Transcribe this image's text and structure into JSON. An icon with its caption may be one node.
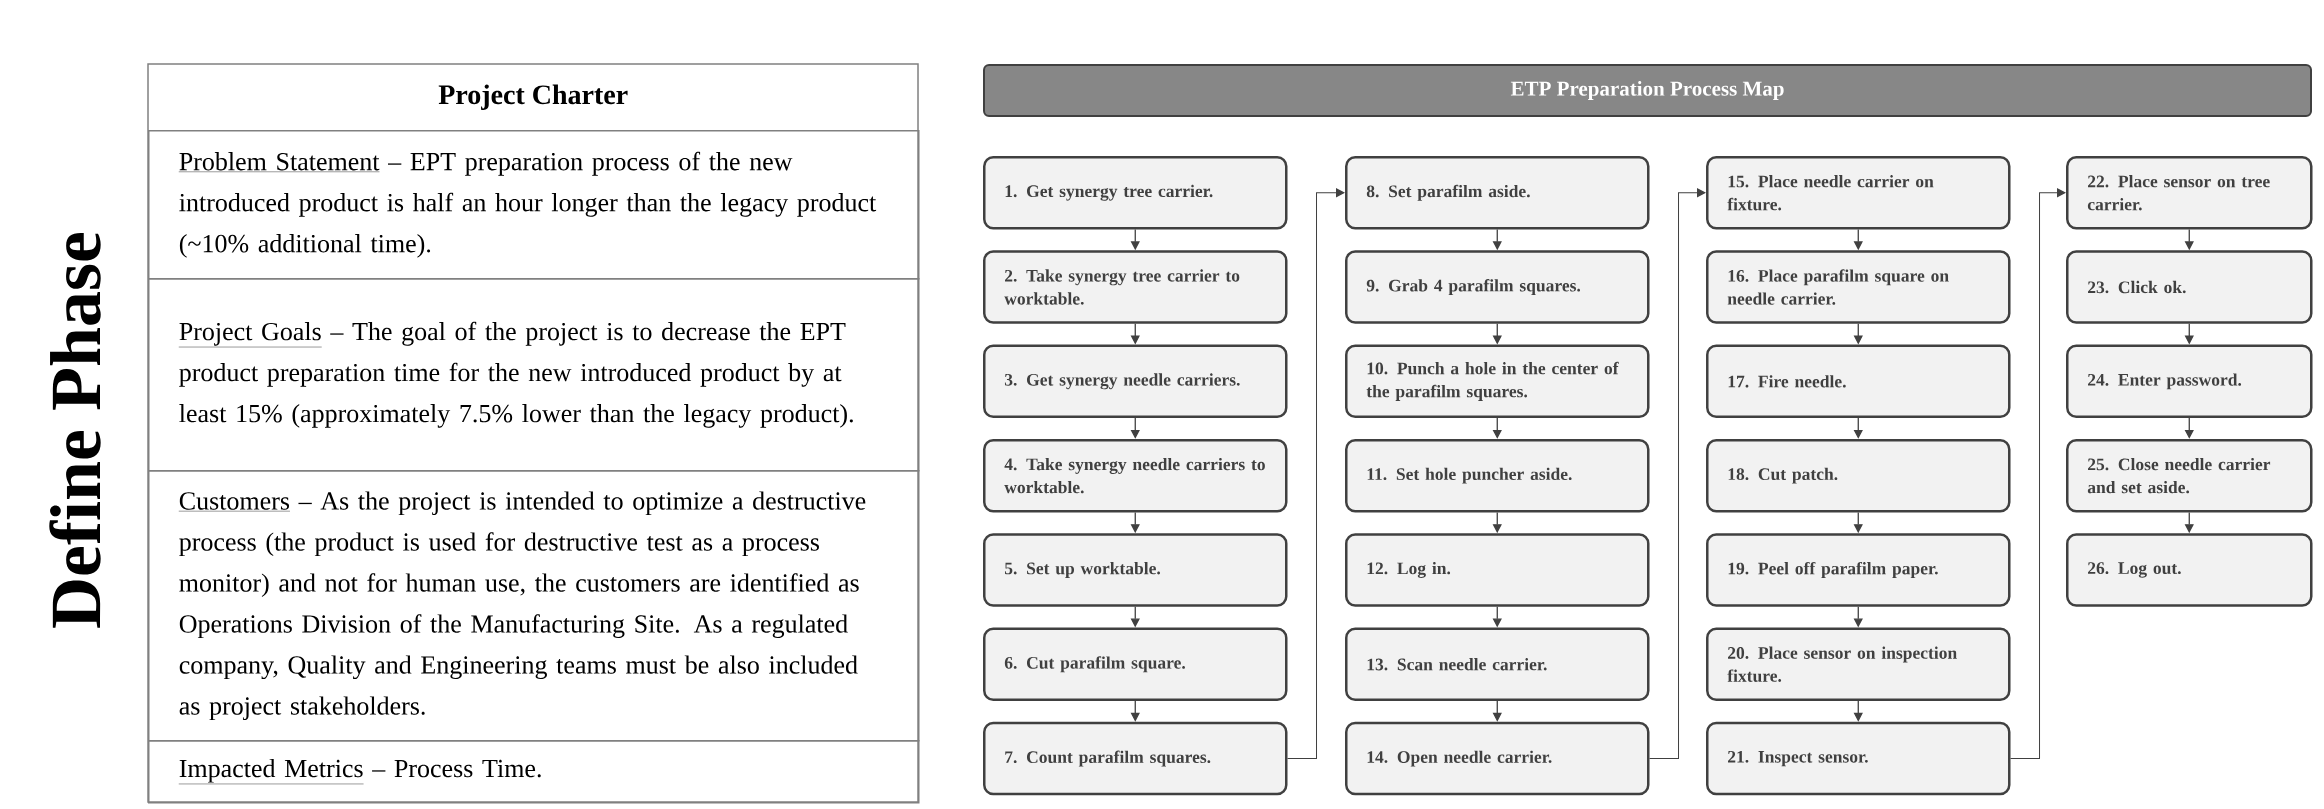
{
  "diagram": {
    "nodes": [
      {
        "text": [
          "Project Charter"
        ]
      },
      {
        "text": [
          "Problem Statement",
          "– EPT preparation process of the new introduced product is half an hour longer than the legacy product (~10% additional time)."
        ],
        "in": 0
      },
      {
        "text": [
          "Project Goals",
          "– The goal of the project is to decrease the EPT product preparation time for the new introduced product by at least 15% (approximately 7.5% lower than the legacy product)."
        ],
        "in": 0
      },
      {
        "text": [
          "Customers",
          "– As the project is intended to optimize a destructive process (the product is used for destructive test as a process monitor) and not for human use, the customers are identified as Operations Division of the Manufacturing Site. As a regulated company, Quality and Engineering teams must be also included as project stakeholders."
        ],
        "in": 0
      },
      {
        "text": [
          "Impacted Metrics",
          "– Process Time."
        ],
        "in": 0
      },
      {
        "text": [
          "ETP Preparation Process Map"
        ]
      },
      {
        "text": [
          "1. Get synergy tree carrier."
        ]
      },
      {
        "text": [
          "2. Take synergy tree carrier to worktable."
        ]
      },
      {
        "text": [
          "3. Get synergy needle carriers."
        ]
      },
      {
        "text": [
          "4. Take synergy needle carriers to worktable."
        ]
      },
      {
        "text": [
          "5. Set up worktable."
        ]
      },
      {
        "text": [
          "6. Cut parafilm square."
        ]
      },
      {
        "text": [
          "7. Count parafilm squares."
        ]
      },
      {
        "text": [
          "8. Set parafilm aside."
        ]
      },
      {
        "text": [
          "9. Grab 4 parafilm squares."
        ]
      },
      {
        "text": [
          "10. Punch a hole in the center of the parafilm squares."
        ]
      },
      {
        "text": [
          "11. Set hole puncher aside."
        ]
      },
      {
        "text": [
          "12. Log in."
        ]
      },
      {
        "text": [
          "13. Scan needle carrier."
        ]
      },
      {
        "text": [
          "14. Open needle carrier."
        ]
      },
      {
        "text": [
          "15. Place needle carrier on fixture."
        ]
      },
      {
        "text": [
          "16. Place parafilm square on needle carrier."
        ]
      },
      {
        "text": [
          "17. Fire needle."
        ]
      },
      {
        "text": [
          "18. Cut patch."
        ]
      },
      {
        "text": [
          "19. Peel off parafilm paper."
        ]
      },
      {
        "text": [
          "20. Place sensor on inspection fixture."
        ]
      },
      {
        "text": [
          "21. Inspect sensor."
        ]
      },
      {
        "text": [
          "22. Place sensor on tree carrier."
        ]
      },
      {
        "text": [
          "23. Click ok."
        ]
      },
      {
        "text": [
          "24. Enter password."
        ]
      },
      {
        "text": [
          "25. Close needle carrier and set aside."
        ]
      },
      {
        "text": [
          "26. Log out."
        ]
      }
    ],
    "edges": [
      {
        "from": 6,
        "to": 7,
        "arrow": "to"
      },
      {
        "from": 7,
        "to": 8,
        "arrow": "to"
      },
      {
        "from": 8,
        "to": 9,
        "arrow": "to"
      },
      {
        "from": 9,
        "to": 10,
        "arrow": "to"
      },
      {
        "from": 10,
        "to": 11,
        "arrow": "to"
      },
      {
        "from": 11,
        "to": 12,
        "arrow": "to"
      },
      {
        "from": 12,
        "to": 13,
        "arrow": "to"
      },
      {
        "from": 13,
        "to": 14,
        "arrow": "to"
      },
      {
        "from": 14,
        "to": 15,
        "arrow": "to"
      },
      {
        "from": 15,
        "to": 16,
        "arrow": "to"
      },
      {
        "from": 16,
        "to": 17,
        "arrow": "to"
      },
      {
        "from": 17,
        "to": 18,
        "arrow": "to"
      },
      {
        "from": 18,
        "to": 19,
        "arrow": "to"
      },
      {
        "from": 19,
        "to": 20,
        "arrow": "to"
      },
      {
        "from": 20,
        "to": 21,
        "arrow": "to"
      },
      {
        "from": 21,
        "to": 22,
        "arrow": "to"
      },
      {
        "from": 22,
        "to": 23,
        "arrow": "to"
      },
      {
        "from": 23,
        "to": 24,
        "arrow": "to"
      },
      {
        "from": 24,
        "to": 25,
        "arrow": "to"
      },
      {
        "from": 25,
        "to": 26,
        "arrow": "to"
      },
      {
        "from": 26,
        "to": 27,
        "arrow": "to"
      },
      {
        "from": 27,
        "to": 28,
        "arrow": "to"
      },
      {
        "from": 28,
        "to": 29,
        "arrow": "to"
      },
      {
        "from": 29,
        "to": 30,
        "arrow": "to"
      },
      {
        "from": 30,
        "to": 31,
        "arrow": "to"
      }
    ],
    "labels": [
      "Define Phase"
    ]
  }
}
